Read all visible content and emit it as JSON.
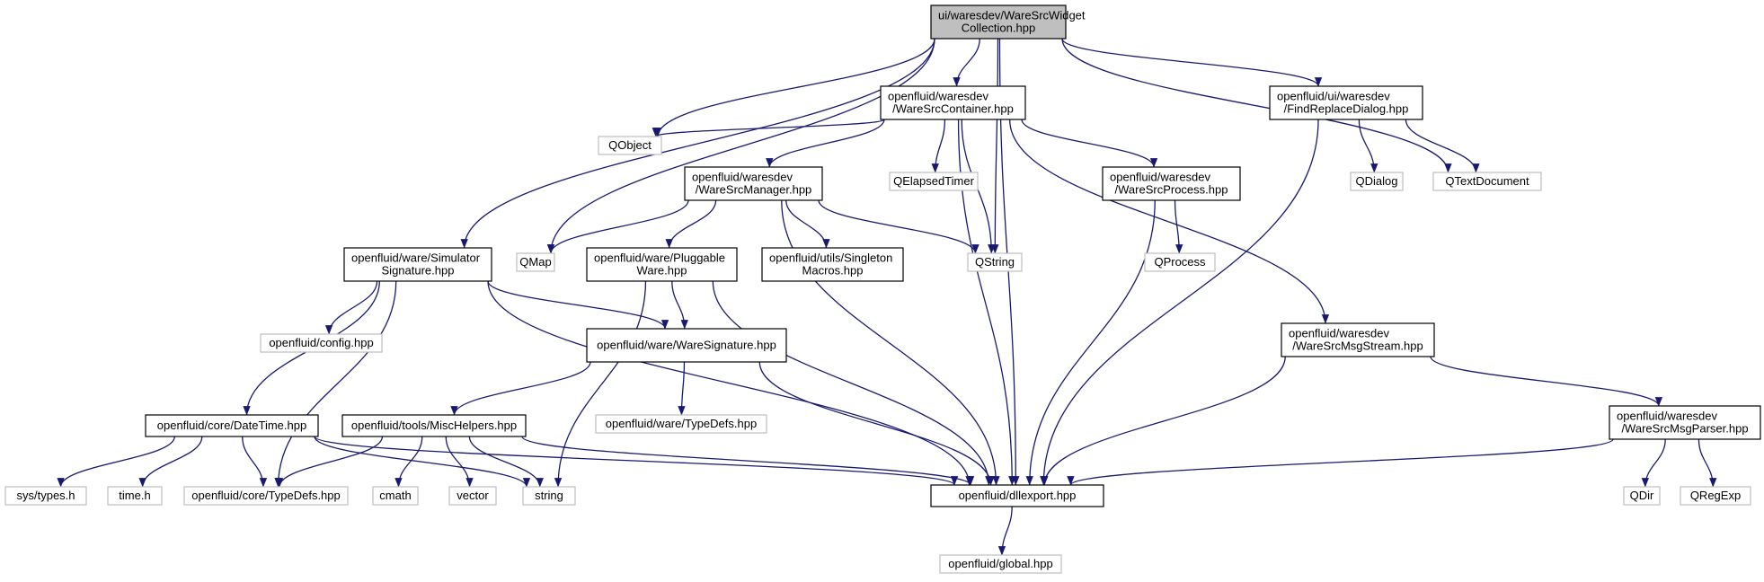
{
  "colors": {
    "edge": "#191970",
    "root_fill": "#bfbfbf",
    "root_border": "#000000",
    "internal_border": "#000000",
    "external_border": "#bfbfbf",
    "background": "#ffffff"
  },
  "nodes": [
    {
      "id": "root",
      "kind": "root",
      "lines": [
        "ui/waresdev/WareSrcWidget",
        "Collection.hpp"
      ]
    },
    {
      "id": "container",
      "kind": "internal",
      "lines": [
        "openfluid/waresdev",
        "/WareSrcContainer.hpp"
      ]
    },
    {
      "id": "findreplace",
      "kind": "internal",
      "lines": [
        "openfluid/ui/waresdev",
        "/FindReplaceDialog.hpp"
      ]
    },
    {
      "id": "qobject",
      "kind": "external",
      "lines": [
        "QObject"
      ]
    },
    {
      "id": "manager",
      "kind": "internal",
      "lines": [
        "openfluid/waresdev",
        "/WareSrcManager.hpp"
      ]
    },
    {
      "id": "qelapsed",
      "kind": "external",
      "lines": [
        "QElapsedTimer"
      ]
    },
    {
      "id": "process",
      "kind": "internal",
      "lines": [
        "openfluid/waresdev",
        "/WareSrcProcess.hpp"
      ]
    },
    {
      "id": "qdialog",
      "kind": "external",
      "lines": [
        "QDialog"
      ]
    },
    {
      "id": "qtextdoc",
      "kind": "external",
      "lines": [
        "QTextDocument"
      ]
    },
    {
      "id": "simsig",
      "kind": "internal",
      "lines": [
        "openfluid/ware/Simulator",
        "Signature.hpp"
      ]
    },
    {
      "id": "qmap",
      "kind": "external",
      "lines": [
        "QMap"
      ]
    },
    {
      "id": "pluggable",
      "kind": "internal",
      "lines": [
        "openfluid/ware/Pluggable",
        "Ware.hpp"
      ]
    },
    {
      "id": "singleton",
      "kind": "internal",
      "lines": [
        "openfluid/utils/Singleton",
        "Macros.hpp"
      ]
    },
    {
      "id": "qstring",
      "kind": "external",
      "lines": [
        "QString"
      ]
    },
    {
      "id": "qprocess",
      "kind": "external",
      "lines": [
        "QProcess"
      ]
    },
    {
      "id": "config",
      "kind": "external",
      "lines": [
        "openfluid/config.hpp"
      ]
    },
    {
      "id": "waresig",
      "kind": "internal",
      "lines": [
        "openfluid/ware/WareSignature.hpp"
      ]
    },
    {
      "id": "msgstream",
      "kind": "internal",
      "lines": [
        "openfluid/waresdev",
        "/WareSrcMsgStream.hpp"
      ]
    },
    {
      "id": "waretypedefs",
      "kind": "external",
      "lines": [
        "openfluid/ware/TypeDefs.hpp"
      ]
    },
    {
      "id": "datetime",
      "kind": "internal",
      "lines": [
        "openfluid/core/DateTime.hpp"
      ]
    },
    {
      "id": "mischelpers",
      "kind": "internal",
      "lines": [
        "openfluid/tools/MiscHelpers.hpp"
      ]
    },
    {
      "id": "msgparser",
      "kind": "internal",
      "lines": [
        "openfluid/waresdev",
        "/WareSrcMsgParser.hpp"
      ]
    },
    {
      "id": "systypes",
      "kind": "external",
      "lines": [
        "sys/types.h"
      ]
    },
    {
      "id": "timeh",
      "kind": "external",
      "lines": [
        "time.h"
      ]
    },
    {
      "id": "coretypedefs",
      "kind": "external",
      "lines": [
        "openfluid/core/TypeDefs.hpp"
      ]
    },
    {
      "id": "cmath",
      "kind": "external",
      "lines": [
        "cmath"
      ]
    },
    {
      "id": "vector",
      "kind": "external",
      "lines": [
        "vector"
      ]
    },
    {
      "id": "string",
      "kind": "external",
      "lines": [
        "string"
      ]
    },
    {
      "id": "dllexport",
      "kind": "internal",
      "lines": [
        "openfluid/dllexport.hpp"
      ]
    },
    {
      "id": "qdir",
      "kind": "external",
      "lines": [
        "QDir"
      ]
    },
    {
      "id": "qregexp",
      "kind": "external",
      "lines": [
        "QRegExp"
      ]
    },
    {
      "id": "global",
      "kind": "external",
      "lines": [
        "openfluid/global.hpp"
      ]
    }
  ],
  "edges": [
    [
      "root",
      "container"
    ],
    [
      "root",
      "findreplace"
    ],
    [
      "root",
      "qobject"
    ],
    [
      "root",
      "qmap"
    ],
    [
      "root",
      "qstring"
    ],
    [
      "root",
      "qtextdoc"
    ],
    [
      "root",
      "simsig"
    ],
    [
      "root",
      "dllexport"
    ],
    [
      "container",
      "qobject"
    ],
    [
      "container",
      "manager"
    ],
    [
      "container",
      "qelapsed"
    ],
    [
      "container",
      "process"
    ],
    [
      "container",
      "qstring"
    ],
    [
      "container",
      "msgstream"
    ],
    [
      "container",
      "dllexport"
    ],
    [
      "findreplace",
      "qdialog"
    ],
    [
      "findreplace",
      "qtextdoc"
    ],
    [
      "findreplace",
      "dllexport"
    ],
    [
      "manager",
      "qmap"
    ],
    [
      "manager",
      "pluggable"
    ],
    [
      "manager",
      "singleton"
    ],
    [
      "manager",
      "qstring"
    ],
    [
      "manager",
      "dllexport"
    ],
    [
      "process",
      "qprocess"
    ],
    [
      "process",
      "dllexport"
    ],
    [
      "simsig",
      "config"
    ],
    [
      "simsig",
      "waresig"
    ],
    [
      "simsig",
      "datetime"
    ],
    [
      "simsig",
      "coretypedefs"
    ],
    [
      "simsig",
      "dllexport"
    ],
    [
      "pluggable",
      "waresig"
    ],
    [
      "pluggable",
      "string"
    ],
    [
      "pluggable",
      "dllexport"
    ],
    [
      "waresig",
      "mischelpers"
    ],
    [
      "waresig",
      "waretypedefs"
    ],
    [
      "waresig",
      "dllexport"
    ],
    [
      "msgstream",
      "msgparser"
    ],
    [
      "msgstream",
      "dllexport"
    ],
    [
      "datetime",
      "systypes"
    ],
    [
      "datetime",
      "timeh"
    ],
    [
      "datetime",
      "coretypedefs"
    ],
    [
      "datetime",
      "string"
    ],
    [
      "datetime",
      "dllexport"
    ],
    [
      "mischelpers",
      "coretypedefs"
    ],
    [
      "mischelpers",
      "cmath"
    ],
    [
      "mischelpers",
      "vector"
    ],
    [
      "mischelpers",
      "string"
    ],
    [
      "mischelpers",
      "dllexport"
    ],
    [
      "msgparser",
      "qdir"
    ],
    [
      "msgparser",
      "qregexp"
    ],
    [
      "msgparser",
      "dllexport"
    ],
    [
      "dllexport",
      "global"
    ]
  ]
}
